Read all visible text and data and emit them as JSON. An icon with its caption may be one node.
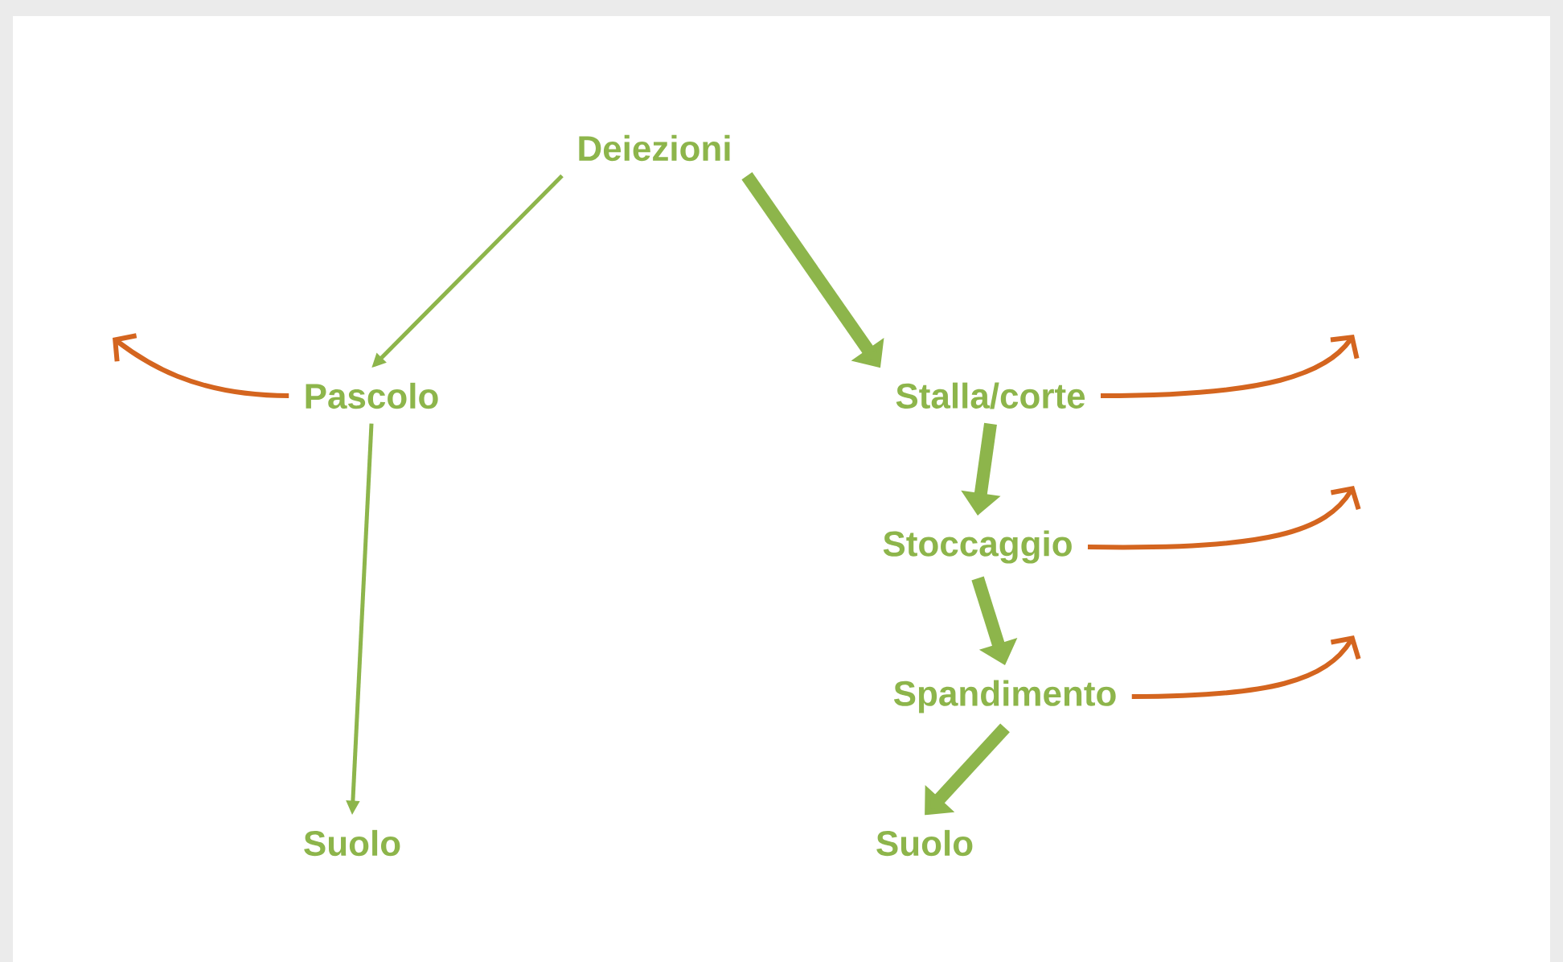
{
  "diagram": {
    "nodes": [
      {
        "text": [
          "Deiezioni"
        ]
      },
      {
        "text": [
          "Pascolo"
        ]
      },
      {
        "text": [
          "Stalla/corte"
        ]
      },
      {
        "text": [
          "Stoccaggio"
        ]
      },
      {
        "text": [
          "Spandimento"
        ]
      },
      {
        "text": [
          "Suolo"
        ]
      },
      {
        "text": [
          "Suolo"
        ]
      }
    ],
    "edges": [
      {
        "from": 0,
        "to": 1,
        "arrow": "to"
      },
      {
        "from": 0,
        "to": 2,
        "arrow": "to",
        "style": "thick"
      },
      {
        "from": 1,
        "to": 5,
        "arrow": "to"
      },
      {
        "from": 2,
        "to": 3,
        "arrow": "to",
        "style": "thick"
      },
      {
        "from": 3,
        "to": 4,
        "arrow": "to",
        "style": "thick"
      },
      {
        "from": 4,
        "to": 6,
        "arrow": "to",
        "style": "thick"
      },
      {
        "from": 1,
        "to": null,
        "arrow": "to",
        "color": "#d4651f"
      },
      {
        "from": 2,
        "to": null,
        "arrow": "to",
        "color": "#d4651f"
      },
      {
        "from": 3,
        "to": null,
        "arrow": "to",
        "color": "#d4651f"
      },
      {
        "from": 4,
        "to": null,
        "arrow": "to",
        "color": "#d4651f"
      }
    ]
  }
}
